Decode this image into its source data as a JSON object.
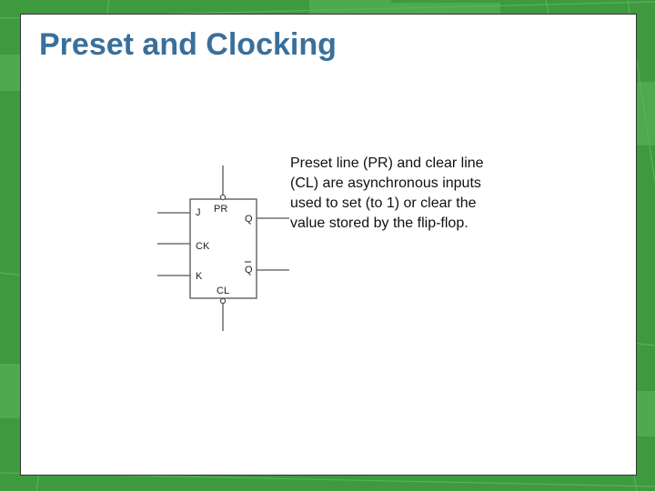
{
  "slide": {
    "title": "Preset and Clocking",
    "body": "Preset line (PR) and clear line (CL) are asynchronous inputs used to set (to 1) or clear the value stored by the flip-flop."
  },
  "flipflop": {
    "labels": {
      "j": "J",
      "ck": "CK",
      "k": "K",
      "pr": "PR",
      "cl": "CL",
      "q": "Q",
      "qbar": "Q"
    }
  },
  "colors": {
    "title": "#3a6f9a",
    "background_green": "#3f9a3f",
    "line": "#555555"
  }
}
